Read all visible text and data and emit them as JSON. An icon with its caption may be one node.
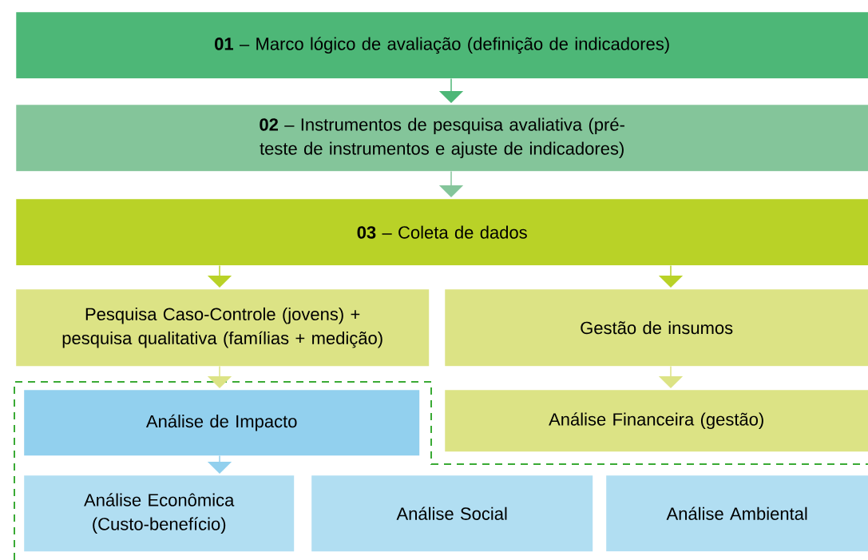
{
  "diagram": {
    "nodes": [
      {
        "text": [
          "**01** – Marco lógico de avaliação (definição de indicadores)"
        ]
      },
      {
        "text": [
          "**02** – Instrumentos de pesquisa avaliativa (pré-teste de instrumentos e ajuste de indicadores)"
        ]
      },
      {
        "text": [
          "**03** – Coleta de dados"
        ]
      },
      {
        "text": [
          "Pesquisa Caso-Controle (jovens) + pesquisa qualitativa (famílias + medição)"
        ]
      },
      {
        "text": [
          "Gestão de insumos"
        ]
      },
      {
        "text": [
          "Análise de Impacto"
        ]
      },
      {
        "text": [
          "Análise Financeira (gestão)"
        ]
      },
      {
        "text": [
          "Análise Econômica (Custo-benefício)"
        ]
      },
      {
        "text": [
          "Análise Social"
        ]
      },
      {
        "text": [
          "Análise Ambiental"
        ]
      }
    ],
    "edges": [
      {
        "from": 0,
        "to": 1,
        "arrow": "to",
        "color": "#4db777"
      },
      {
        "from": 1,
        "to": 2,
        "arrow": "to",
        "color": "#84c59a"
      },
      {
        "from": 2,
        "to": 3,
        "arrow": "to"
      },
      {
        "from": 2,
        "to": 4,
        "arrow": "to"
      },
      {
        "from": 3,
        "to": 5,
        "arrow": "to",
        "color": "#dce385"
      },
      {
        "from": 4,
        "to": 6,
        "arrow": "to",
        "color": "#dce385"
      },
      {
        "from": 5,
        "to": 7,
        "arrow": "to",
        "color": "#92d0ee"
      }
    ]
  }
}
